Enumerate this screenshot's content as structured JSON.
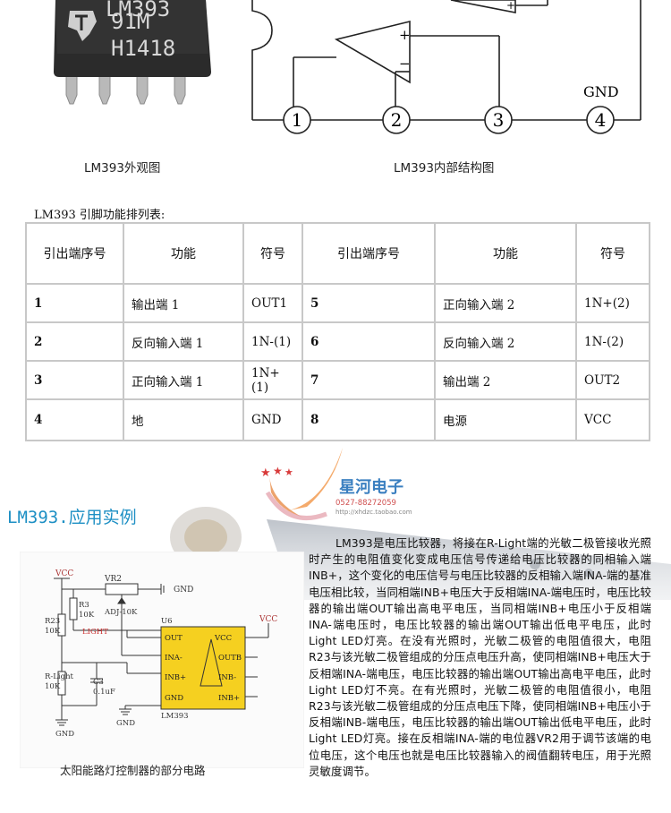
{
  "chip_marking": {
    "line1": "LM393",
    "line2": "91M",
    "line3": "H1418"
  },
  "internal": {
    "pins": [
      "1",
      "2",
      "3",
      "4"
    ],
    "gnd": "GND",
    "plus": "+",
    "minus": "−"
  },
  "captions": {
    "chip": "LM393外观图",
    "internal": "LM393内部结构图",
    "circuit": "太阳能路灯控制器的部分电路"
  },
  "table_title": "LM393 引脚功能排列表:",
  "table": {
    "headers": [
      "引出端序号",
      "功能",
      "符号",
      "引出端序号",
      "功能",
      "符号"
    ],
    "rows": [
      [
        "1",
        "输出端 1",
        "OUT1",
        "5",
        "正向输入端 2",
        "1N+(2)"
      ],
      [
        "2",
        "反向输入端 1",
        "1N-(1)",
        "6",
        "反向输入端 2",
        "1N-(2)"
      ],
      [
        "3",
        "正向输入端 1",
        "1N+(1)",
        "7",
        "输出端 2",
        "OUT2"
      ],
      [
        "4",
        "地",
        "GND",
        "8",
        "电源",
        "VCC"
      ]
    ]
  },
  "section_heading": "LM393.应用实例",
  "logo": {
    "name": "星河电子",
    "phone": "0527-88272059",
    "url": "http://xhdzc.taobao.com"
  },
  "circuit": {
    "vcc": "VCC",
    "vr2": "VR2",
    "adj": "ADJ-10K",
    "gnd": "GND",
    "r3": "R3",
    "r3_val": "10K",
    "r23": "R23",
    "r23_val": "10K",
    "light": "LIGHT",
    "u6": "U6",
    "rlight": "R-Light",
    "rlight_val": "10K",
    "c3": "C3",
    "c3_val": "0.1uF",
    "ic_name": "LM393",
    "pin_out": "OUT",
    "pin_vcc": "VCC",
    "pin_ina": "INA-",
    "pin_outb": "OUTB",
    "pin_inbp": "INB+",
    "pin_inbm": "INB-",
    "pin_gnd": "GND",
    "pin_inbp2": "INB+"
  },
  "paragraph": "LM393是电压比较器，将接在R-Light端的光敏二极管接收光照时产生的电阻值变化变成电压信号传递给电压比较器的同相输入端INB+，这个变化的电压信号与电压比较器的反相输入端INA-端的基准电压相比较，当同相端INB+电压大于反相端INA-端电压时，电压比较器的输出端OUT输出高电平电压，当同相端INB+电压小于反相端INA-端电压时，电压比较器的输出端OUT输出低电平电压，此时Light LED灯亮。在没有光照时，光敏二极管的电阻值很大，电阻R23与该光敏二极管组成的分压点电压升高，使同相端INB+电压大于反相端INA-端电压，电压比较器的输出端OUT输出高电平电压，此时Light LED灯不亮。在有光照时，光敏二极管的电阻值很小，电阻R23与该光敏二极管组成的分压点电压下降，使同相端INB+电压小于反相端INB-端电压，电压比较器的输出端OUT输出低电平电压，此时Light LED灯亮。接在反相端INA-端的电位器VR2用于调节该端的电位电压，这个电压也就是电压比较器输入的阀值翻转电压，用于光照灵敏度调节。",
  "colors": {
    "heading_blue": "#1d8fc4",
    "ic_fill": "#f5d020",
    "table_border": "#c8c8c8"
  }
}
